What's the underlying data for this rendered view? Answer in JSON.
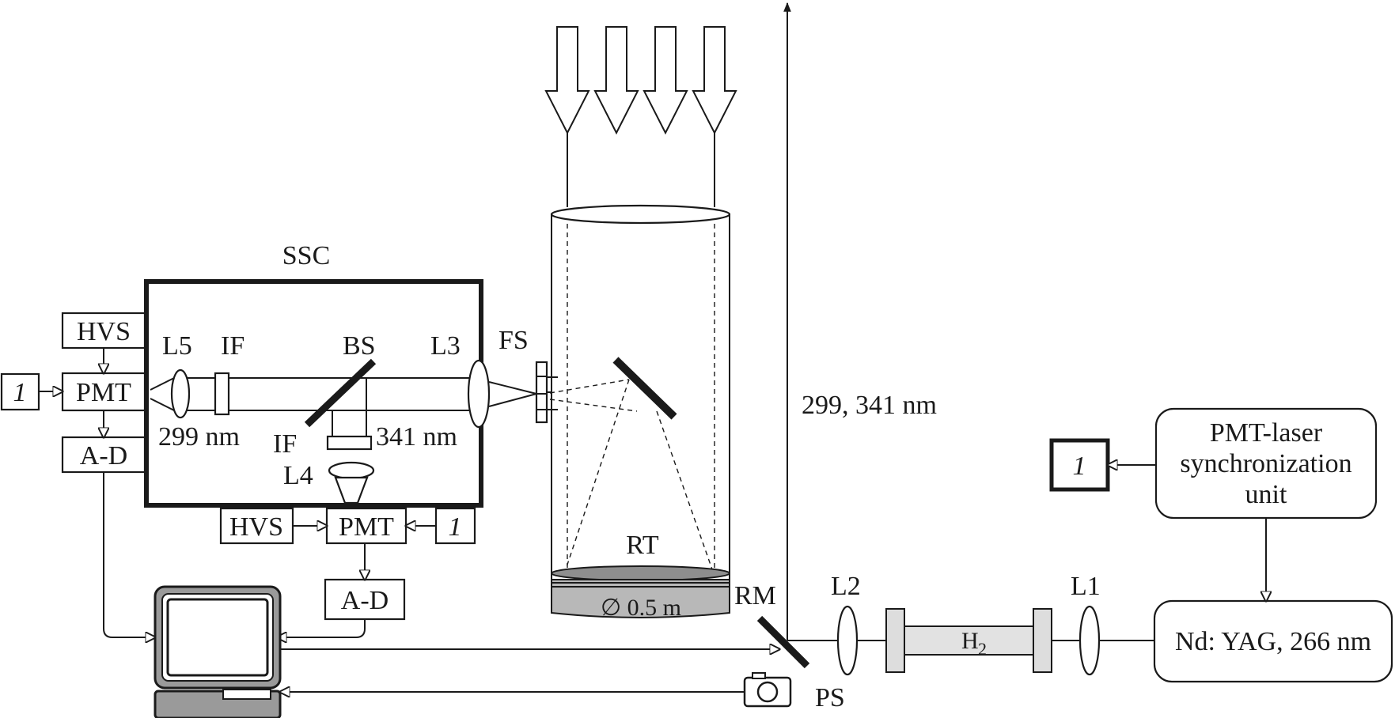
{
  "labels": {
    "ssc": "SSC",
    "hvs_left": "HVS",
    "pmt_left": "PMT",
    "ad_left": "A-D",
    "sync_left": "1",
    "l5": "L5",
    "if_top": "IF",
    "bs": "BS",
    "l3": "L3",
    "fs": "FS",
    "nm299": "299 nm",
    "if_bottom": "IF",
    "nm341": "341 nm",
    "l4": "L4",
    "hvs_bottom": "HVS",
    "pmt_bottom": "PMT",
    "sync_bottom": "1",
    "ad_bottom": "A-D",
    "rt": "RT",
    "rt_diameter": "∅ 0.5 m",
    "rm": "RM",
    "ps": "PS",
    "wavelengths": "299, 341 nm",
    "sync_right": "1",
    "sync_unit_line1": "PMT-laser",
    "sync_unit_line2": "synchronization",
    "sync_unit_line3": "unit",
    "l2": "L2",
    "h2": "H",
    "h2_sub": "2",
    "l1": "L1",
    "laser": "Nd: YAG, 266 nm"
  }
}
